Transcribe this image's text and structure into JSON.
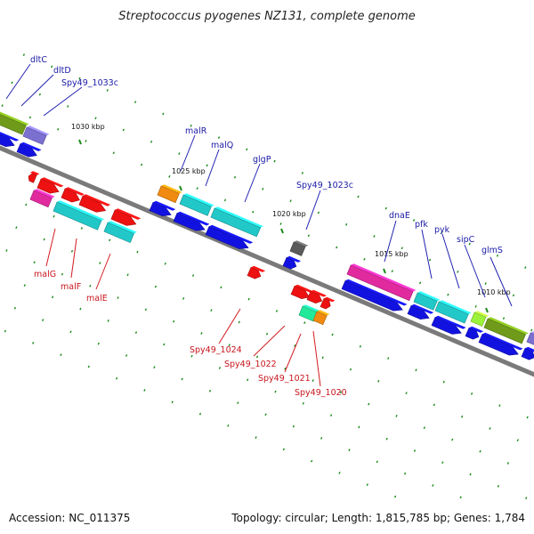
{
  "title": "Streptococcus pyogenes NZ131, complete genome",
  "footer": {
    "accession": "Accession: NC_011375",
    "summary": "Topology: circular; Length: 1,815,785 bp; Genes: 1,784"
  },
  "scale": [
    "1030 kbp",
    "1025 kbp",
    "1020 kbp",
    "1015 kbp",
    "1010 kbp"
  ],
  "genes_above": [
    "dltC",
    "dltD",
    "Spy49_1033c",
    "malR",
    "malQ",
    "glgP",
    "Spy49_1023c",
    "dnaE",
    "pfk",
    "pyk",
    "sipC",
    "glmS"
  ],
  "genes_below": [
    "malG",
    "malF",
    "malE",
    "Spy49_1024",
    "Spy49_1022",
    "Spy49_1021",
    "Spy49_1020"
  ],
  "colors": {
    "olive": "#6f9a1a",
    "slate": "#7b6fd0",
    "blue": "#1212e0",
    "orange": "#f08a10",
    "cyan": "#22c8c8",
    "magenta": "#e02a9e",
    "lime": "#9cf23a",
    "red": "#ee1111",
    "gray": "#5a5a5a",
    "mint": "#22e89a",
    "backbone": "#7a7a7a",
    "dot": "#1a8a1a"
  }
}
